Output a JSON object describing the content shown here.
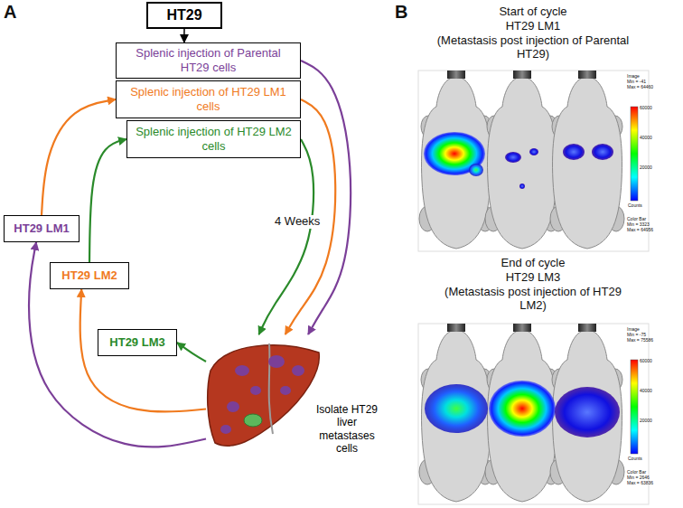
{
  "diagram": {
    "nodes": [
      {
        "text": [
          "HT29"
        ]
      },
      {
        "text": [
          "Splenic injection of Parental HT29 cells"
        ]
      },
      {
        "text": [
          "Splenic injection of HT29 LM1 cells"
        ]
      },
      {
        "text": [
          "Splenic injection of HT29 LM2 cells"
        ]
      },
      {
        "text": [
          "HT29 LM1"
        ]
      },
      {
        "text": [
          "HT29 LM2"
        ]
      },
      {
        "text": [
          "HT29 LM3"
        ]
      },
      {
        "text": [
          "Isolate HT29 liver metastases cells"
        ]
      }
    ],
    "edges": [
      {
        "from": 0,
        "to": 1,
        "arrow": "to"
      },
      {
        "from": 1,
        "to": 7,
        "arrow": "to"
      },
      {
        "from": 7,
        "to": 4,
        "arrow": "to"
      },
      {
        "from": 4,
        "to": 2,
        "arrow": "to"
      },
      {
        "from": 2,
        "to": 7,
        "arrow": "to"
      },
      {
        "from": 7,
        "to": 5,
        "arrow": "to"
      },
      {
        "from": 5,
        "to": 3,
        "arrow": "to"
      },
      {
        "from": 3,
        "to": 7,
        "arrow": "to"
      },
      {
        "from": 7,
        "to": 6,
        "arrow": "to"
      }
    ],
    "labels": [
      "A",
      "B",
      "4 Weeks",
      "Start of cycle",
      "HT29 LM1",
      "(Metastasis post injection of Parental HT29)",
      "End of cycle",
      "HT29 LM3",
      "(Metastasis post injection of HT29 LM2)",
      "Image",
      "Min = -41",
      "Max = 64460",
      "60000",
      "40000",
      "20000",
      "Counts",
      "Color Bar",
      "Min = 3323",
      "Max = 64956",
      "Image",
      "Min = -75",
      "Max = 75586",
      "60000",
      "40000",
      "20000",
      "Counts",
      "Color Bar",
      "Min = 2646",
      "Max = 63836"
    ]
  }
}
